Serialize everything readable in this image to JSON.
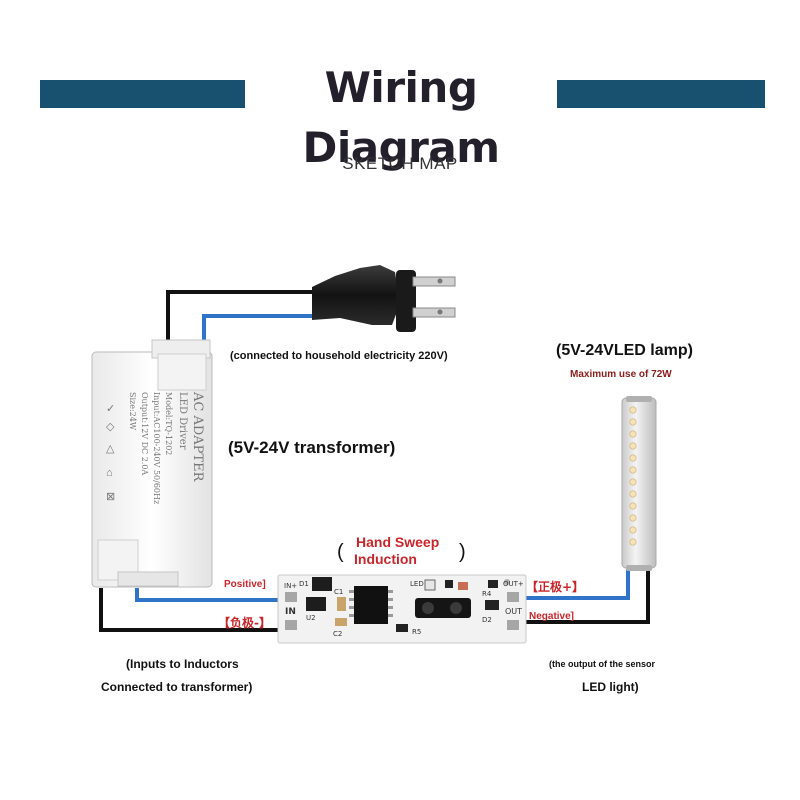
{
  "header": {
    "title": "Wiring Diagram",
    "subtitle": "SKETCH MAP"
  },
  "labels": {
    "mains": "(connected to household electricity 220V)",
    "transformer": "(5V-24V transformer)",
    "lamp_title": "(5V-24VLED lamp)",
    "lamp_max": "Maximum use of 72W",
    "sensor_title_1": "Hand Sweep",
    "sensor_title_2": "Induction",
    "paren_left": "(",
    "paren_right": ")",
    "positive_in": "Positive]",
    "negative_in": "【负极-】",
    "positive_out": "【正极+】",
    "negative_out": "Negative]",
    "inputs_1": "(Inputs to Inductors",
    "inputs_2": "Connected to transformer)",
    "output_1": "(the output of the sensor",
    "output_2": "LED light)"
  },
  "adapter": {
    "lines": [
      "AC ADAPTER",
      "LED Driver",
      "Model:TQ-1202",
      "Input:AC100-240V 50/60Hz",
      "Output:12V DC 2.0A",
      "Size:24W"
    ]
  },
  "board": {
    "pin_in_plus": "IN+",
    "pin_in": "IN",
    "pin_out_plus": "OUT+",
    "pin_out": "OUT",
    "marks": [
      "D1",
      "U2",
      "C1",
      "C2",
      "LED",
      "R4",
      "R5",
      "D2"
    ]
  },
  "colors": {
    "bar": "#17516f",
    "wire_blue": "#2f74c9",
    "wire_black": "#111111",
    "accent_red": "#c8262b"
  }
}
